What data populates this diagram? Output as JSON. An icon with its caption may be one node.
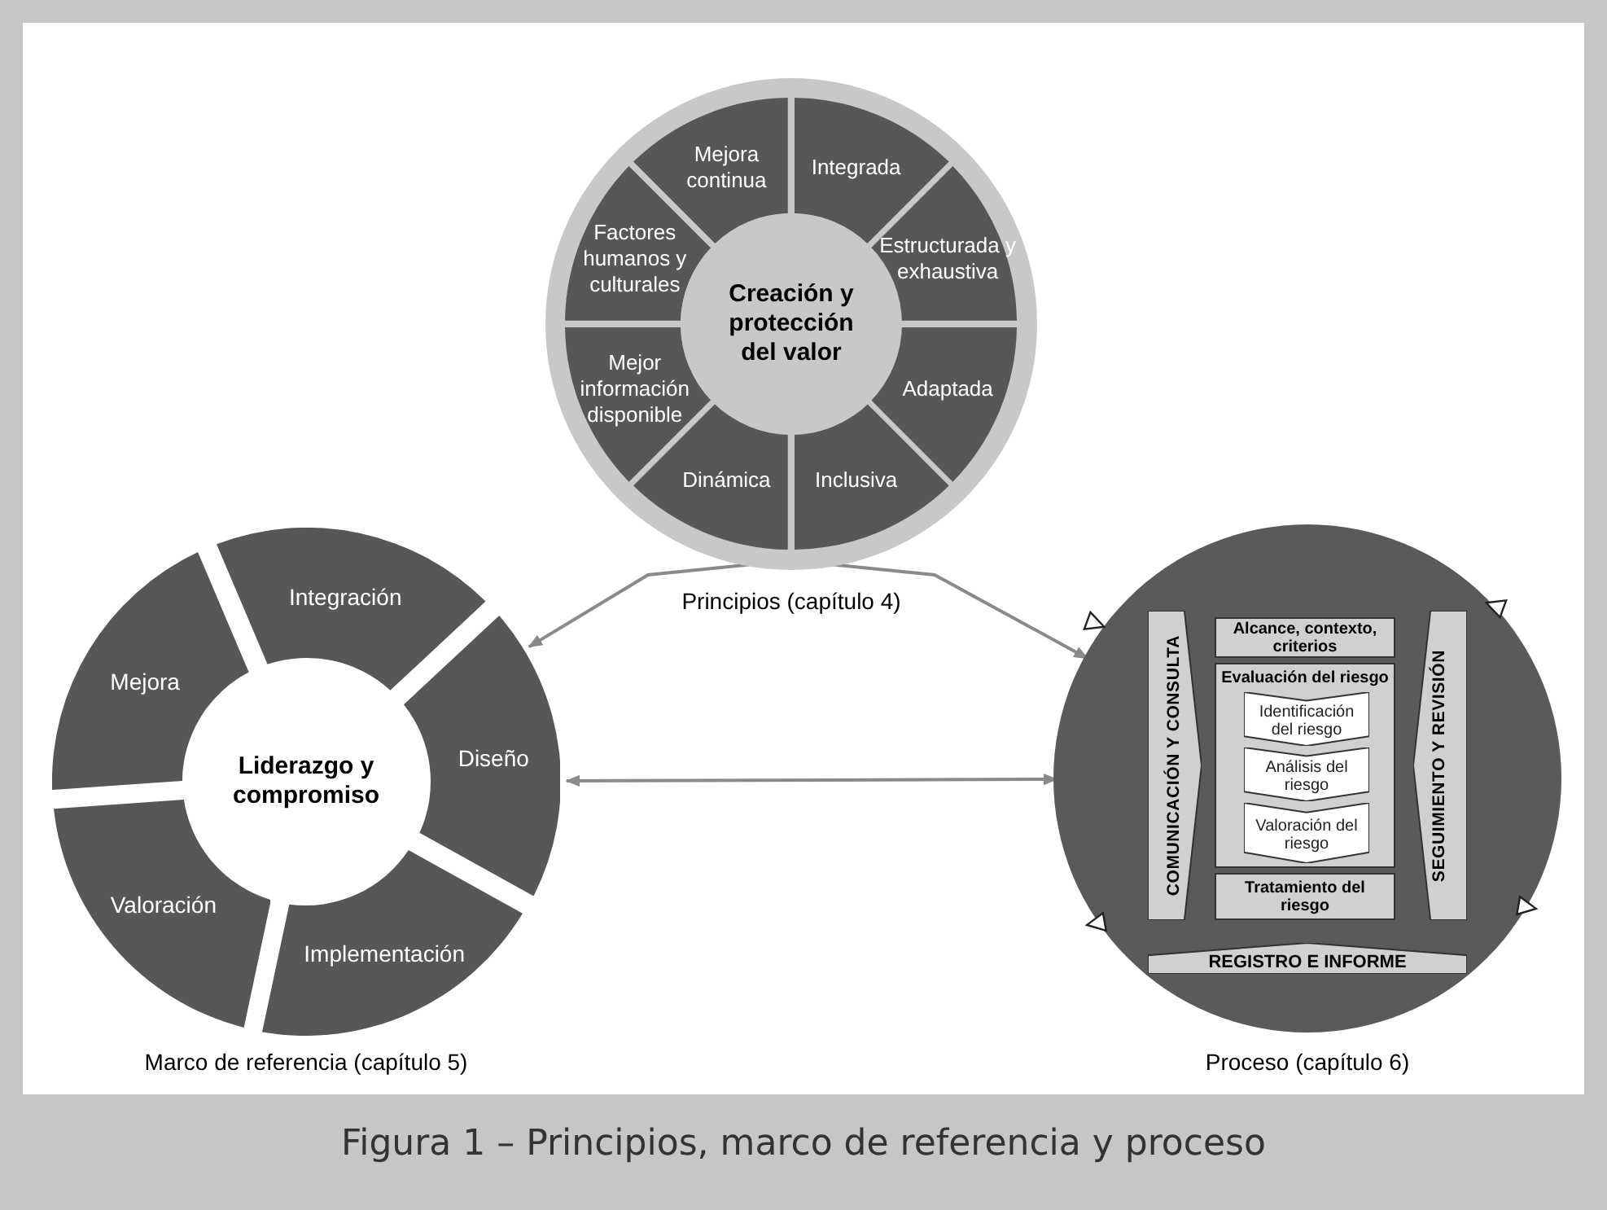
{
  "diagram": {
    "caption": "Figura 1 – Principios, marco de referencia y proceso",
    "nodes": [
      {
        "text": [],
        "shape": "circle",
        "beside": [
          "Principios (capítulo 4)"
        ]
      },
      {
        "text": [
          "Mejora continua"
        ],
        "in": 0
      },
      {
        "text": [
          "Integrada"
        ],
        "in": 0
      },
      {
        "text": [
          "Factores humanos y culturales"
        ],
        "in": 0
      },
      {
        "text": [
          "Estructurada y exhaustiva"
        ],
        "in": 0
      },
      {
        "text": [
          "Mejor información disponible"
        ],
        "in": 0
      },
      {
        "text": [
          "Adaptada"
        ],
        "in": 0
      },
      {
        "text": [
          "Dinámica"
        ],
        "in": 0
      },
      {
        "text": [
          "Inclusiva"
        ],
        "in": 0
      },
      {
        "text": [
          "Creación y protección del valor"
        ],
        "in": 0
      },
      {
        "text": [],
        "shape": "circle",
        "beside": [
          "Marco de referencia (capítulo 5)"
        ]
      },
      {
        "text": [
          "Integración"
        ],
        "in": 10
      },
      {
        "text": [
          "Mejora"
        ],
        "in": 10
      },
      {
        "text": [
          "Diseño"
        ],
        "in": 10
      },
      {
        "text": [
          "Valoración"
        ],
        "in": 10
      },
      {
        "text": [
          "Implementación"
        ],
        "in": 10
      },
      {
        "text": [
          "Liderazgo y compromiso"
        ],
        "in": 10
      },
      {
        "text": [],
        "shape": "circle",
        "beside": [
          "Proceso (capítulo 6)"
        ]
      },
      {
        "text": [
          "COMUNICACIÓN Y CONSULTA"
        ],
        "in": 17
      },
      {
        "text": [
          "Alcance, contexto, criterios"
        ],
        "in": 17
      },
      {
        "text": [
          "Evaluación del riesgo"
        ],
        "in": 17
      },
      {
        "text": [
          "Identificación del riesgo"
        ],
        "in": 20
      },
      {
        "text": [
          "Análisis del riesgo"
        ],
        "in": 20
      },
      {
        "text": [
          "Valoración del riesgo"
        ],
        "in": 20
      },
      {
        "text": [
          "Tratamiento del riesgo"
        ],
        "in": 17
      },
      {
        "text": [
          "SEGUIMIENTO Y REVISIÓN"
        ],
        "in": 17
      },
      {
        "text": [
          "REGISTRO E INFORME"
        ],
        "in": 17
      }
    ],
    "edges": [
      {
        "from": 0,
        "to": 10,
        "arrow": "to"
      },
      {
        "from": 0,
        "to": 17,
        "arrow": "to"
      },
      {
        "from": 10,
        "to": 17,
        "arrow": "both"
      }
    ]
  }
}
